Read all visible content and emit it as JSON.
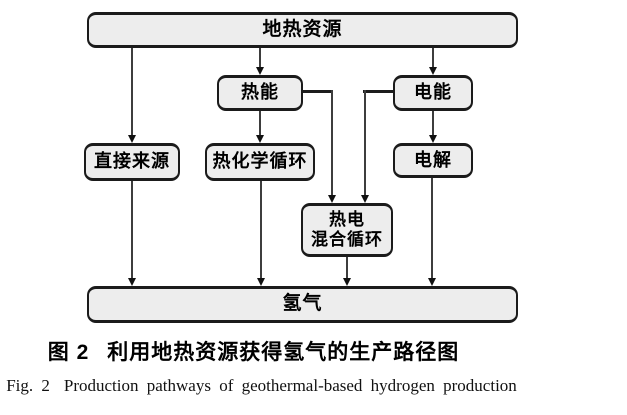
{
  "figure": {
    "nodes": {
      "geothermal": {
        "label": "地热资源"
      },
      "thermal": {
        "label": "热能"
      },
      "electric": {
        "label": "电能"
      },
      "direct": {
        "label": "直接来源"
      },
      "thermochemical": {
        "label": "热化学循环"
      },
      "electrolysis": {
        "label": "电解"
      },
      "hybrid": {
        "label_line1": "热电",
        "label_line2": "混合循环"
      },
      "hydrogen": {
        "label": "氢气"
      }
    },
    "captions": {
      "zh": {
        "prefix": "图 2",
        "text": "利用地热资源获得氢气的生产路径图"
      },
      "en": {
        "prefix": "Fig. 2",
        "text": "Production pathways of geothermal-based hydrogen production"
      }
    },
    "colors": {
      "node_fill": "#ededed",
      "node_border": "#1b1b1b",
      "connector": "#3d3d3d",
      "background": "#ffffff"
    }
  }
}
